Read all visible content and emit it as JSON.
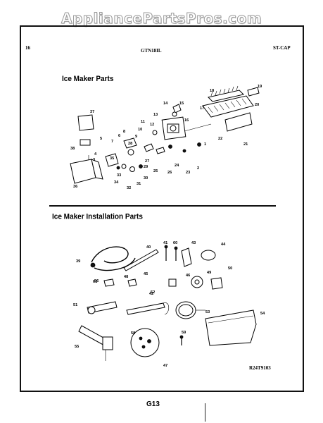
{
  "watermark": "AppliancePartsPros.com",
  "header": {
    "left": "16",
    "center": "GTN18IL",
    "right": "ST-CAP"
  },
  "section1": {
    "title": "Ice Maker Parts",
    "callouts": [
      "37",
      "38",
      "36",
      "35",
      "34",
      "33",
      "32",
      "31",
      "30",
      "29",
      "28",
      "27",
      "26",
      "25",
      "24",
      "23",
      "22",
      "21",
      "20",
      "19",
      "18",
      "17",
      "16",
      "15",
      "14",
      "13",
      "12",
      "11",
      "10",
      "9",
      "8",
      "7",
      "6",
      "5",
      "4",
      "3",
      "2",
      "1"
    ]
  },
  "section2": {
    "title": "Ice Maker Installation Parts",
    "callouts": [
      "39",
      "40",
      "41",
      "42",
      "43",
      "44",
      "45",
      "46",
      "47",
      "48",
      "49",
      "50",
      "51",
      "52",
      "53",
      "54",
      "55",
      "56",
      "58",
      "59",
      "60",
      "61"
    ]
  },
  "footer": {
    "code": "R24T9103",
    "page": "G13"
  }
}
